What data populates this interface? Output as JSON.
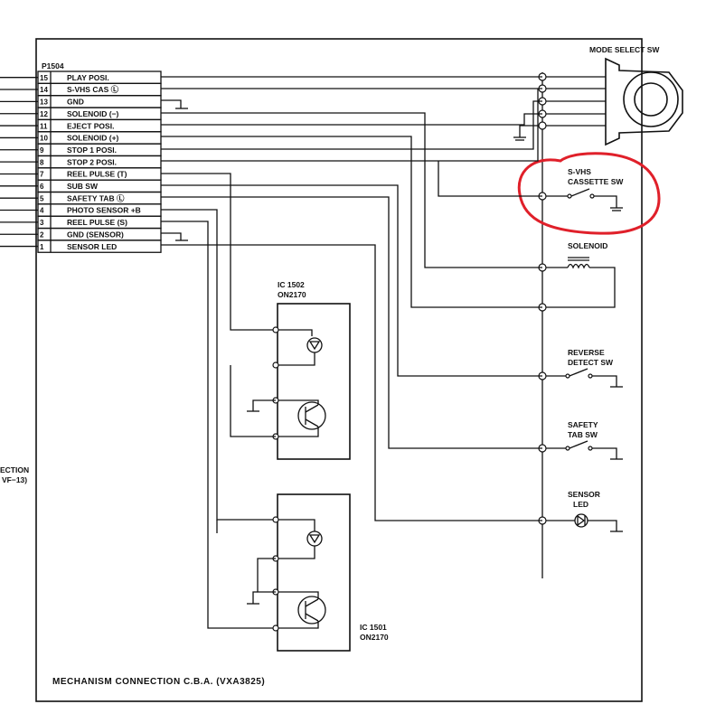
{
  "connector": {
    "name": "P1504",
    "pins": [
      {
        "num": "15",
        "label": "PLAY POSI."
      },
      {
        "num": "14",
        "label": "S-VHS CAS Ⓛ"
      },
      {
        "num": "13",
        "label": "GND"
      },
      {
        "num": "12",
        "label": "SOLENOID (−)"
      },
      {
        "num": "11",
        "label": "EJECT POSI."
      },
      {
        "num": "10",
        "label": "SOLENOID (+)"
      },
      {
        "num": "9",
        "label": "STOP 1 POSI."
      },
      {
        "num": "8",
        "label": "STOP 2 POSI."
      },
      {
        "num": "7",
        "label": "REEL PULSE (T)"
      },
      {
        "num": "6",
        "label": "SUB SW"
      },
      {
        "num": "5",
        "label": "SAFETY TAB Ⓛ"
      },
      {
        "num": "4",
        "label": "PHOTO SENSOR +B"
      },
      {
        "num": "3",
        "label": "REEL PULSE (S)"
      },
      {
        "num": "2",
        "label": "GND (SENSOR)"
      },
      {
        "num": "1",
        "label": "SENSOR LED"
      }
    ]
  },
  "components": {
    "mode_select": "MODE SELECT SW",
    "svhs_sw_line1": "S-VHS",
    "svhs_sw_line2": "CASSETTE SW",
    "solenoid": "SOLENOID",
    "reverse_line1": "REVERSE",
    "reverse_line2": "DETECT SW",
    "safety_line1": "SAFETY",
    "safety_line2": "TAB SW",
    "sensor_led_line1": "SENSOR",
    "sensor_led_line2": "LED",
    "ic1502_name": "IC 1502",
    "ic1502_part": "ON2170",
    "ic1501_name": "IC 1501",
    "ic1501_part": "ON2170"
  },
  "board_title": "MECHANISM  CONNECTION  C.B.A.   (VXA3825)",
  "left_fragment_1": "ECTION",
  "left_fragment_2": "VF−13)",
  "highlight_color": "#e0202a"
}
